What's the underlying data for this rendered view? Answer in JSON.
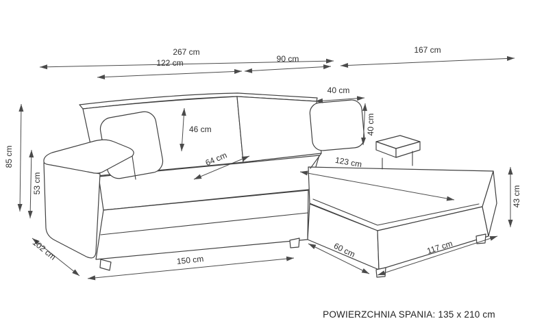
{
  "diagram": {
    "footer_text": "POWIERZCHNIA SPANIA: 135 x 210 cm",
    "dims": {
      "total_width_left": "267 cm",
      "total_width_right": "167 cm",
      "back_section_width": "122 cm",
      "corner_section_width": "90 cm",
      "cushion_width": "40 cm",
      "backrest_height": "46 cm",
      "cushion_height": "40 cm",
      "overall_height": "85 cm",
      "armrest_height": "53 cm",
      "seat_depth": "64 cm",
      "chaise_length": "123 cm",
      "seat_height": "43 cm",
      "side_depth": "102 cm",
      "front_width": "150 cm",
      "chaise_width": "60 cm",
      "chaise_front_length": "117 cm"
    }
  }
}
